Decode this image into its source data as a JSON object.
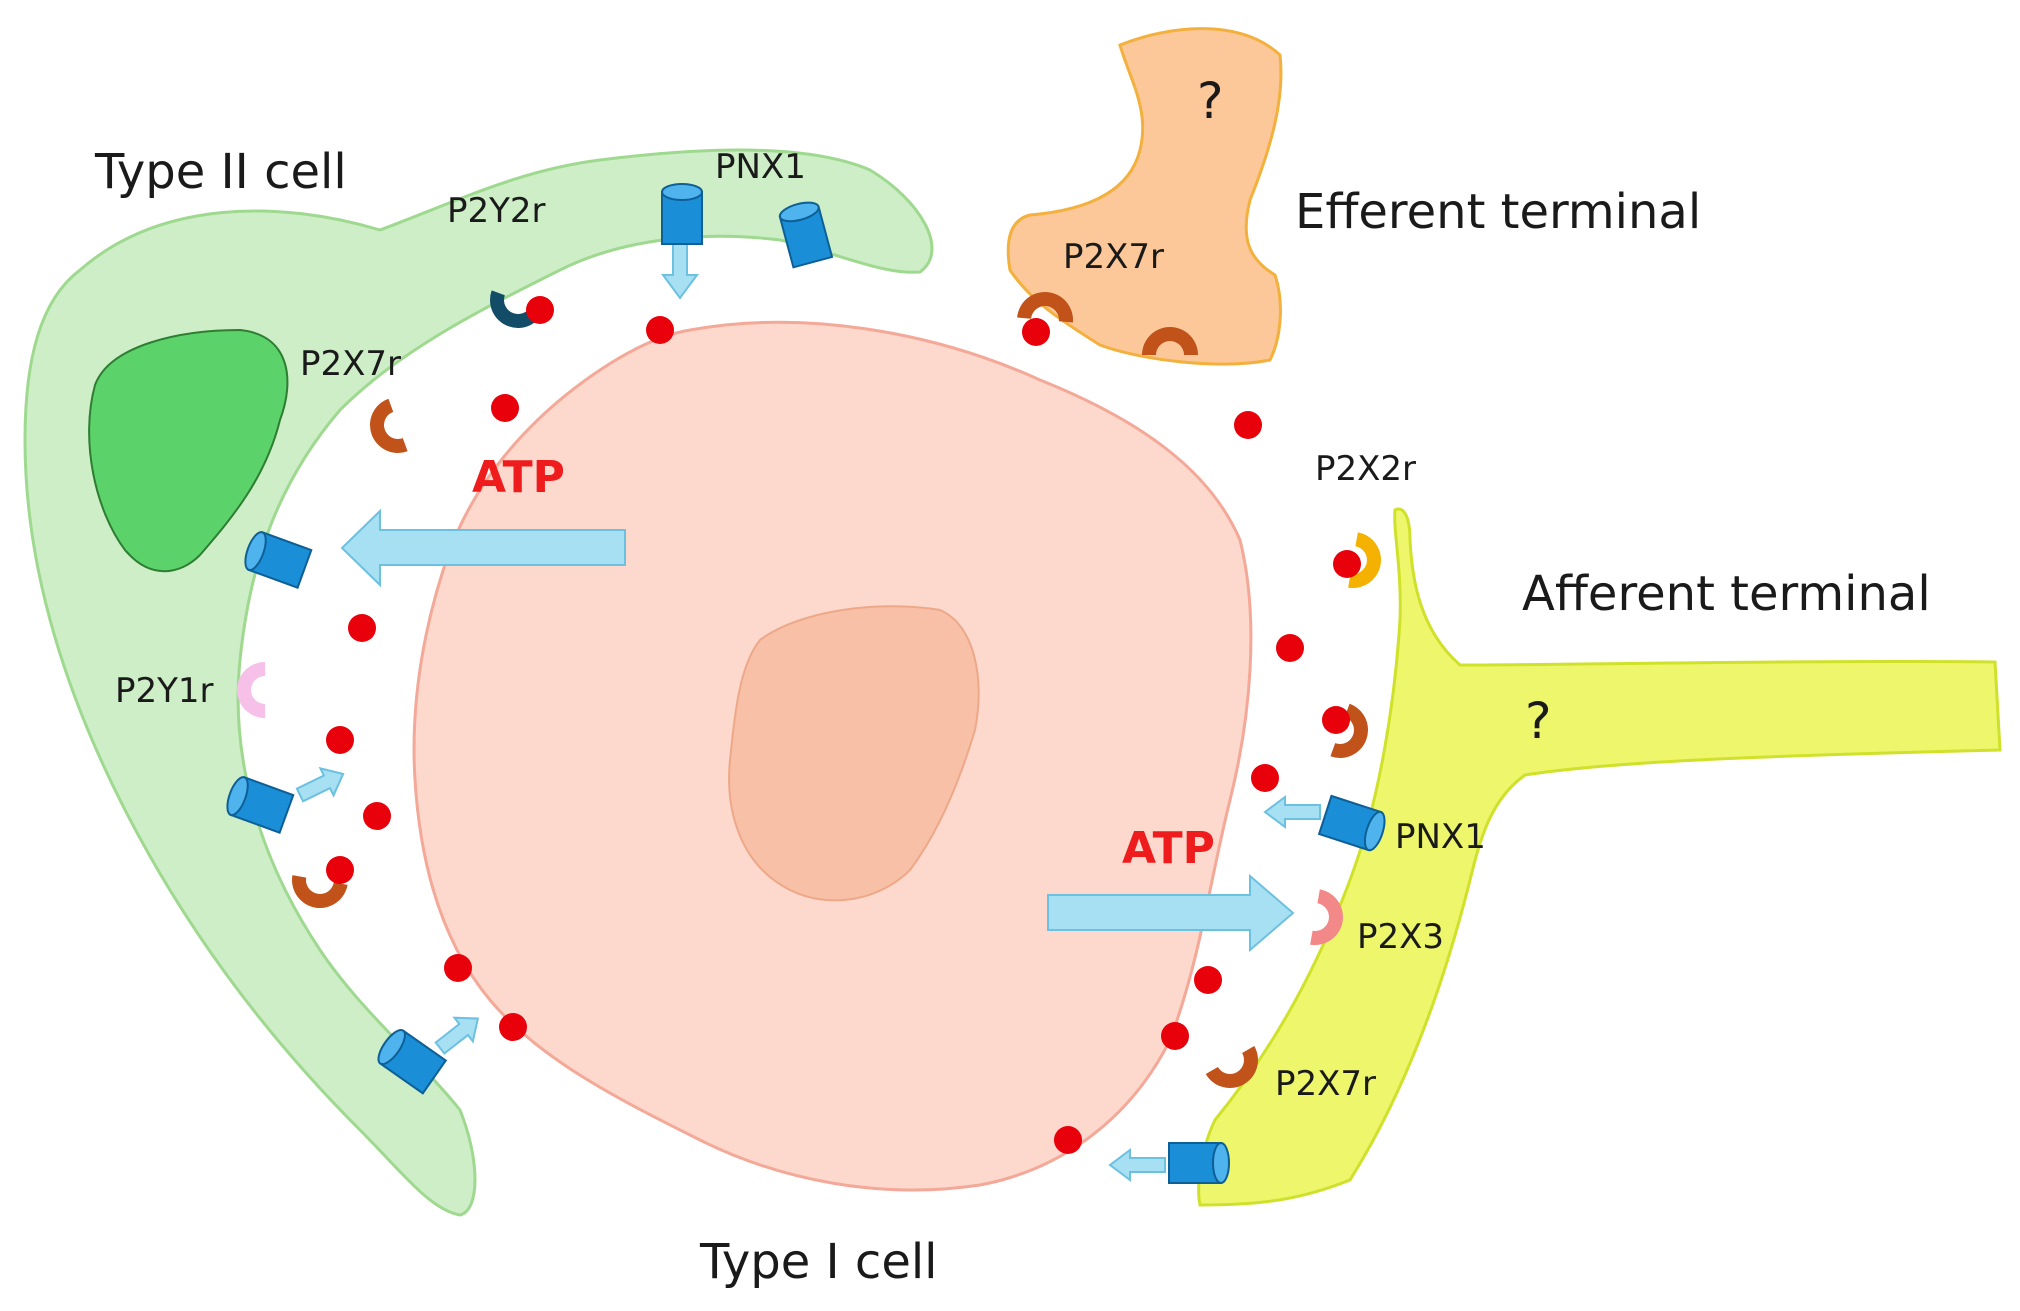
{
  "cells": {
    "type2": "Type II cell",
    "type1": "Type I cell",
    "efferent": "Efferent terminal",
    "afferent": "Afferent terminal"
  },
  "unknown": {
    "efferent_mark": "?",
    "afferent_mark": "?"
  },
  "receptors": {
    "p2y2r": "P2Y2r",
    "pnx1_type2": "PNX1",
    "p2x7r_type2": "P2X7r",
    "p2y1r": "P2Y1r",
    "p2x7r_efferent": "P2X7r",
    "p2x2r": "P2X2r",
    "pnx1_afferent": "PNX1",
    "p2x3": "P2X3",
    "p2x7r_afferent": "P2X7r"
  },
  "atp": {
    "to_type2": "ATP",
    "to_afferent": "ATP"
  },
  "colors": {
    "type2_cell": "#cdeec7",
    "type2_nucleus": "#5bd26a",
    "type1_cell": "#fcd9cc",
    "type1_nucleus": "#f8c0a6",
    "efferent": "#fcc89a",
    "afferent": "#eef76c",
    "atp_dot": "#e8000b",
    "arrow": "#a6e0f2",
    "channel": "#1a8fd8",
    "p2x7r": "#c0521a",
    "p2y2r": "#124c66",
    "p2y1r": "#f6c0e8",
    "p2x2r": "#f5b100",
    "p2x3": "#f28888",
    "atp_label": "#ee1c1c"
  }
}
